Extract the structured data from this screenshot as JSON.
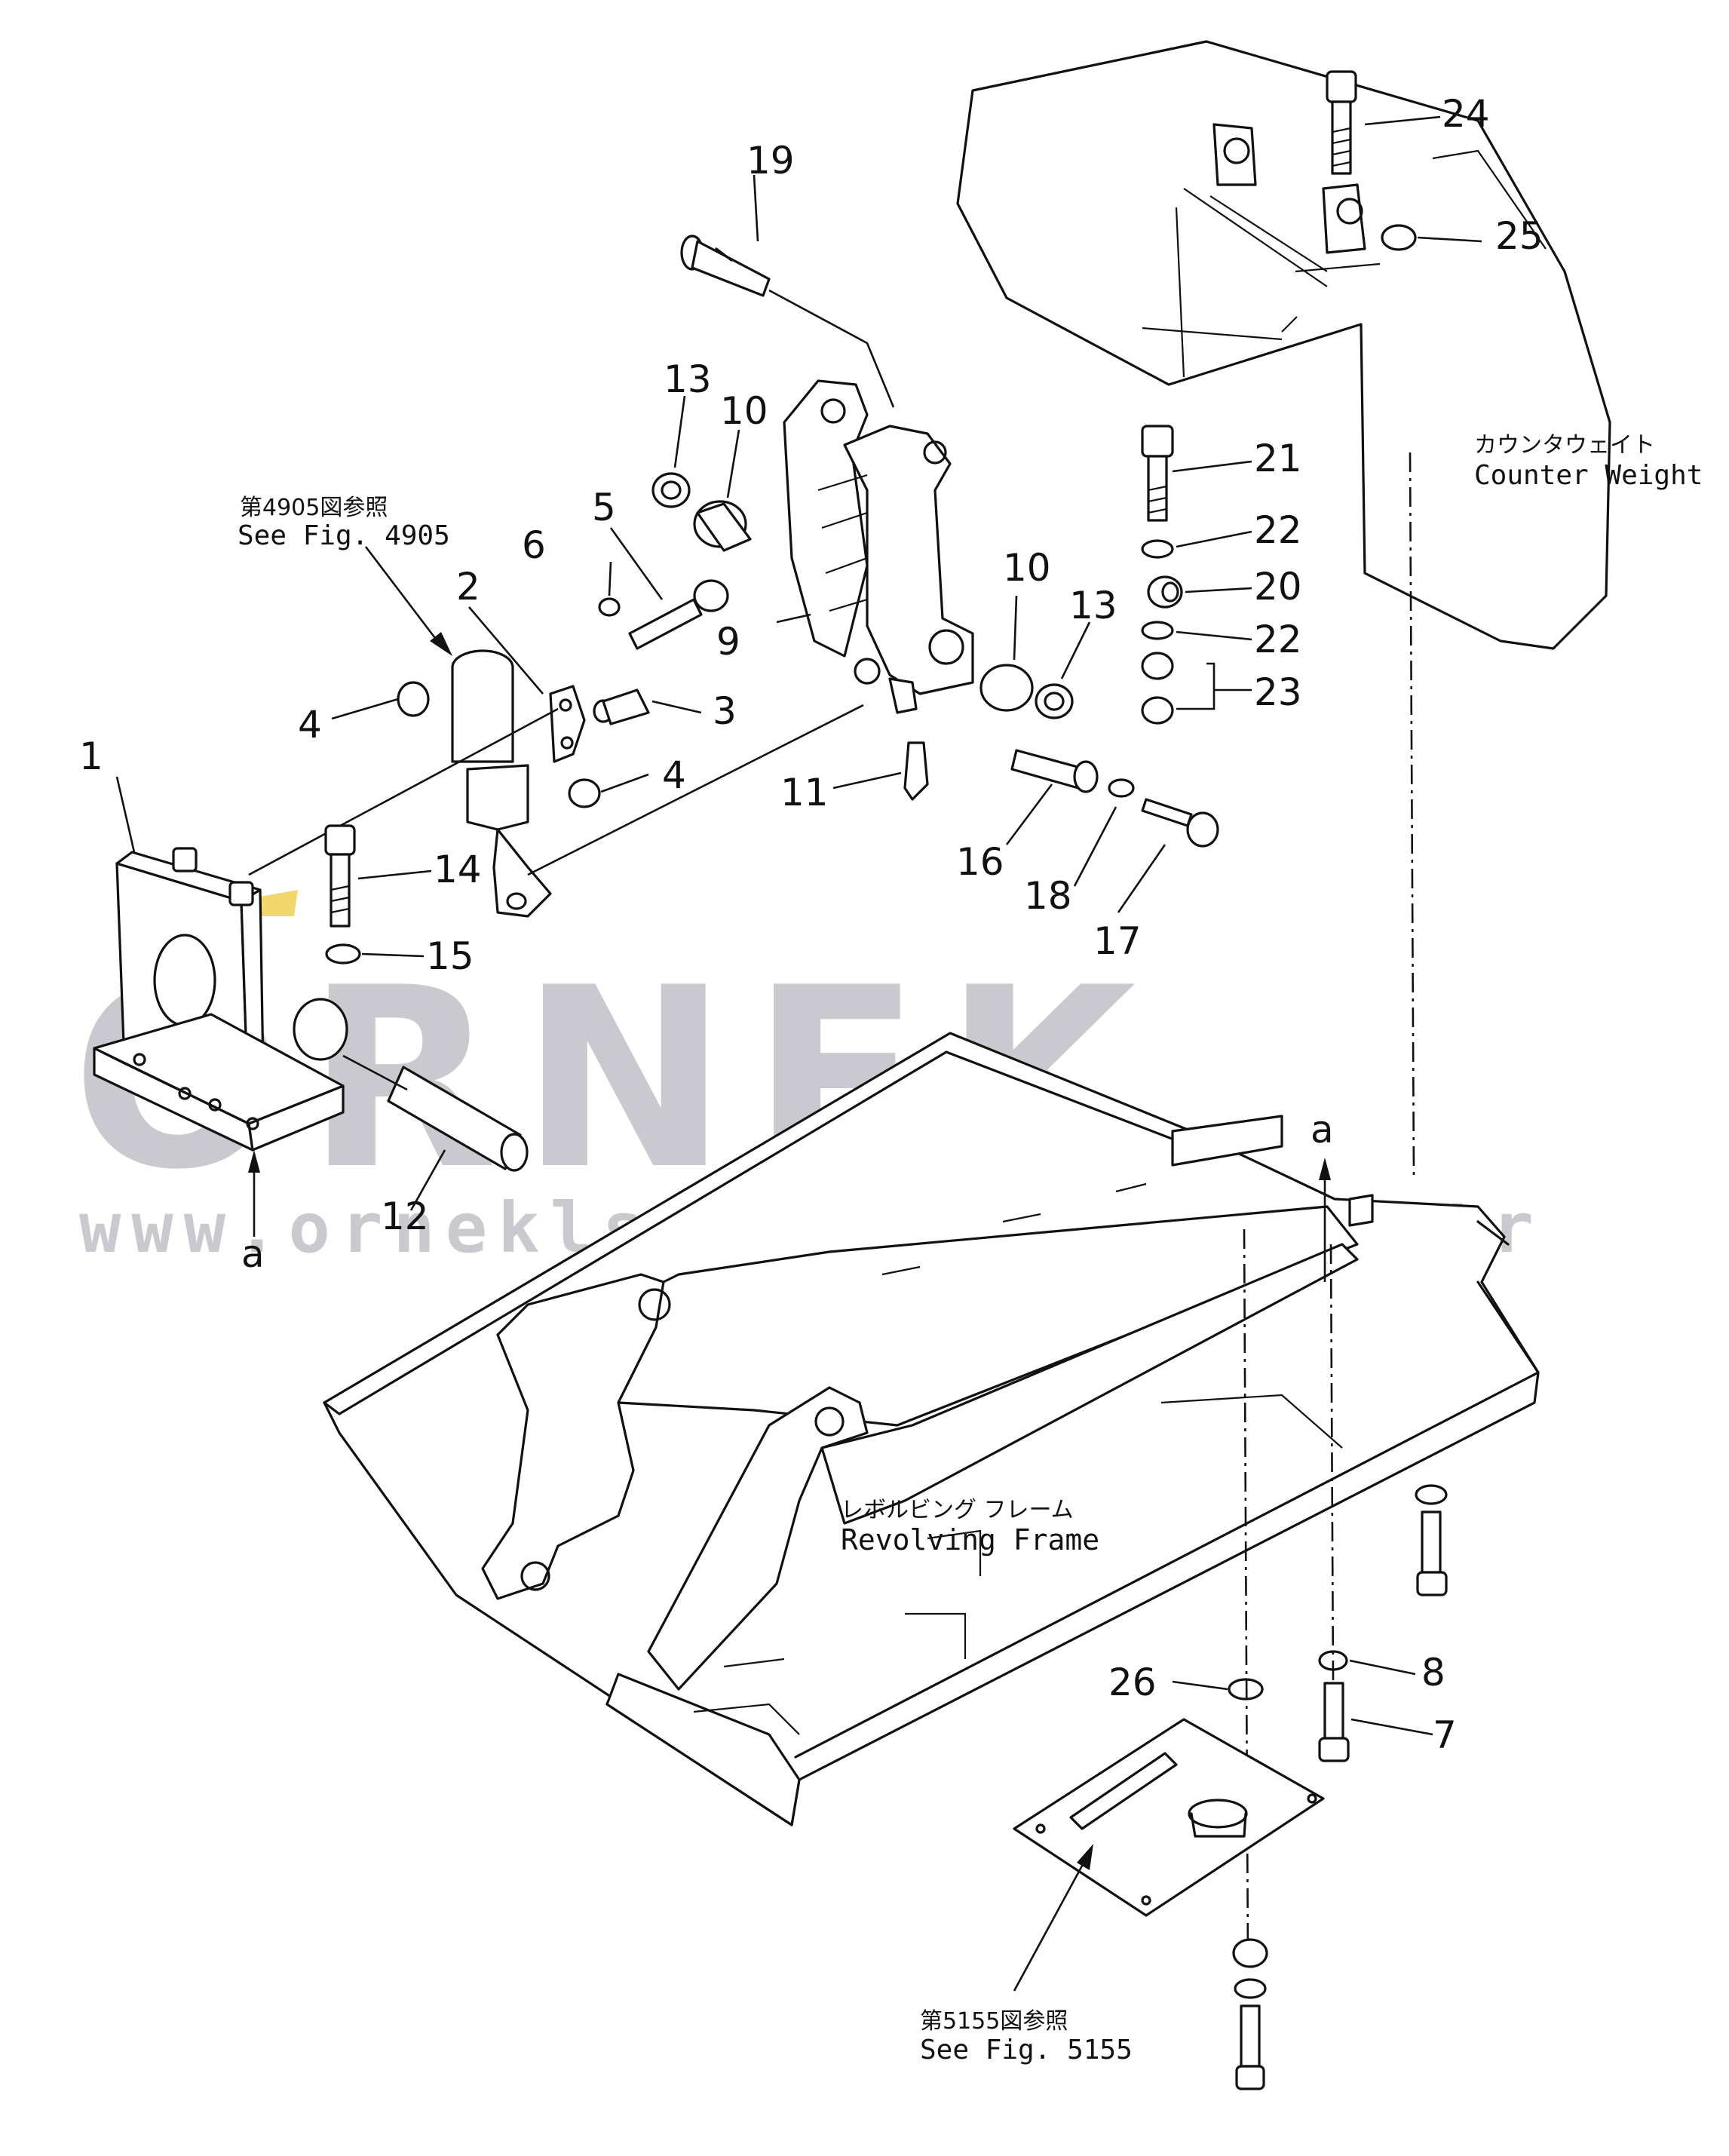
{
  "watermark": {
    "brand": "ÖRNEK",
    "url": "www.orneklsmakinalari.com.tr"
  },
  "labels": {
    "counterweight_jp": "カウンタウェイト",
    "counterweight_en": "Counter Weight",
    "frame_jp": "レボルビング フレーム",
    "frame_en": "Revolving Frame",
    "ref4905_jp": "第4905図参照",
    "ref4905_en": "See Fig. 4905",
    "ref5155_jp": "第5155図参照",
    "ref5155_en": "See Fig. 5155",
    "view_a_top": "a",
    "view_a_bottom": "a"
  },
  "part_numbers": {
    "p1": "1",
    "p2": "2",
    "p3": "3",
    "p4a": "4",
    "p4b": "4",
    "p5": "5",
    "p6": "6",
    "p7": "7",
    "p8": "8",
    "p9": "9",
    "p10a": "10",
    "p10b": "10",
    "p11": "11",
    "p12": "12",
    "p13a": "13",
    "p13b": "13",
    "p14": "14",
    "p15": "15",
    "p16": "16",
    "p17": "17",
    "p18": "18",
    "p19": "19",
    "p20": "20",
    "p21": "21",
    "p22a": "22",
    "p22b": "22",
    "p23": "23",
    "p24": "24",
    "p25": "25",
    "p26": "26"
  },
  "colors": {
    "watermark_gray": "#c9c9cf",
    "watermark_accent": "#f2d76a",
    "ink": "#111111"
  }
}
